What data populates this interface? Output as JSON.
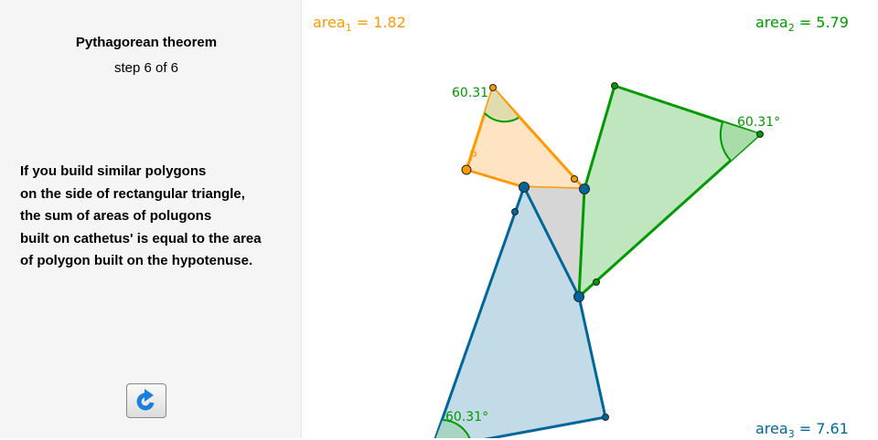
{
  "panel": {
    "title": "Pythagorean theorem",
    "step": "step 6 of 6",
    "description": [
      "If you build similar polygons",
      "on the side of rectangular triangle,",
      "the sum of areas of polugons",
      "built on cathetus' is equal to the area",
      "of polygon built on the hypotenuse."
    ],
    "reset_icon": "refresh-icon"
  },
  "areas": {
    "area1": {
      "name": "area",
      "sub": "1",
      "value": "= 1.82",
      "color": "#ff9900"
    },
    "area2": {
      "name": "area",
      "sub": "2",
      "value": "= 5.79",
      "color": "#009900"
    },
    "area3": {
      "name": "area",
      "sub": "3",
      "value": "= 7.61",
      "color": "#006699"
    }
  },
  "angles": {
    "orange": "60.31",
    "green": "60.31°",
    "blue": "60.31°"
  },
  "point_label": "P"
}
